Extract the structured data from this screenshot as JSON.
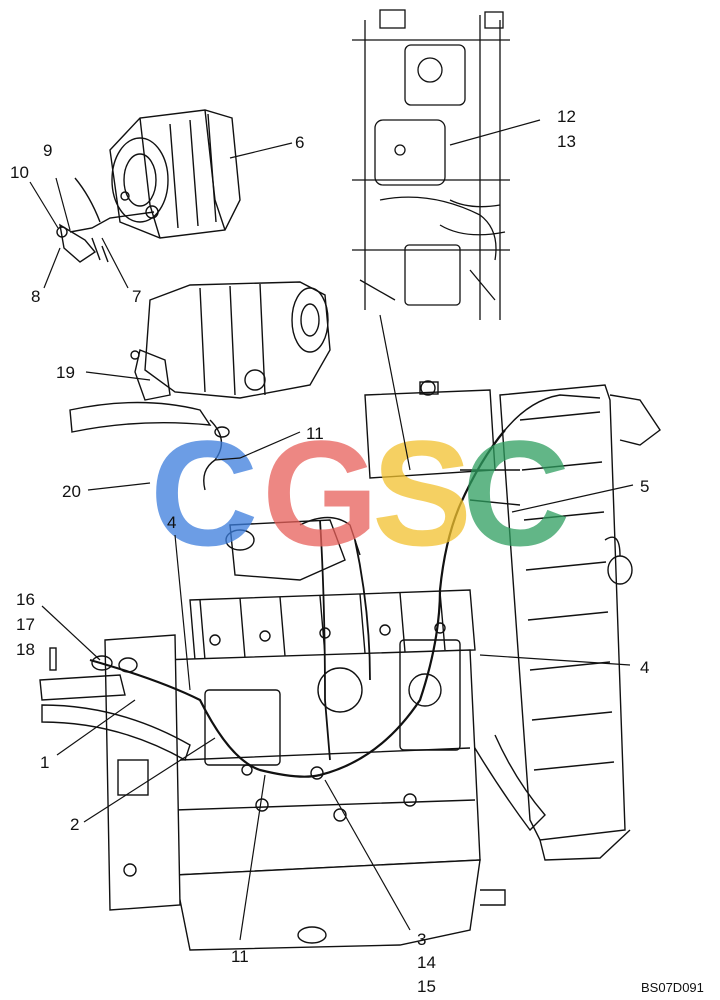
{
  "diagram": {
    "reference_code": "BS07D091",
    "callouts": {
      "c1": "1",
      "c2": "2",
      "c3": "3",
      "c4a": "4",
      "c4b": "4",
      "c5": "5",
      "c6": "6",
      "c7": "7",
      "c8": "8",
      "c9": "9",
      "c10": "10",
      "c11a": "11",
      "c11b": "11",
      "c12": "12",
      "c13": "13",
      "c14": "14",
      "c15": "15",
      "c16": "16",
      "c17": "17",
      "c18": "18",
      "c19": "19",
      "c20": "20"
    }
  },
  "watermark": {
    "letters": [
      "C",
      "G",
      "S",
      "C"
    ],
    "colors": [
      "#3b7ddd",
      "#e8605a",
      "#f2c12e",
      "#2e9e5f"
    ]
  }
}
